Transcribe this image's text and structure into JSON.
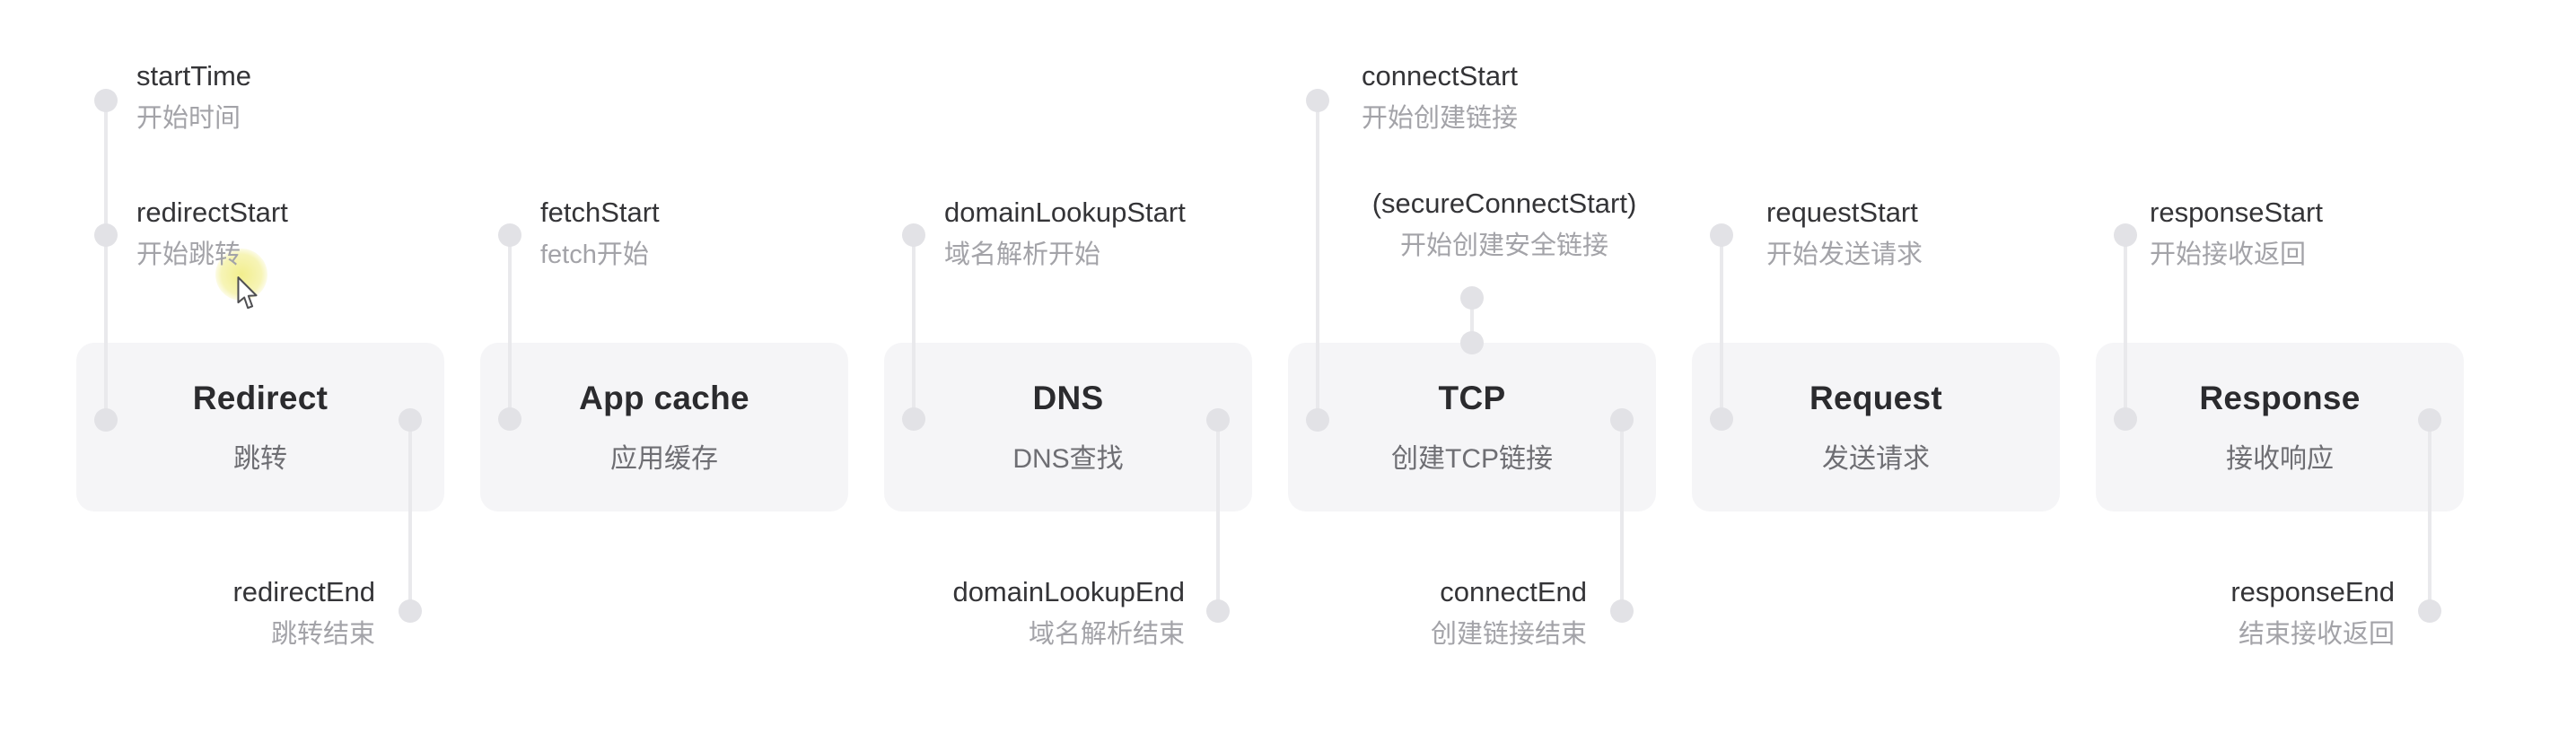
{
  "diagram": {
    "title_implied": "Navigation Timing phases",
    "colors": {
      "background": "#ffffff",
      "box_bg": "#f5f5f7",
      "box_title": "#2b2b2e",
      "box_subtitle": "#6e6e73",
      "marker_en": "#343437",
      "marker_zh": "#a3a3a8",
      "connector": "#e9e9ec",
      "dot": "#e2e2e6",
      "cursor_highlight": "#f1ed87"
    },
    "phases": [
      {
        "id": "redirect",
        "title": "Redirect",
        "subtitle": "跳转"
      },
      {
        "id": "app-cache",
        "title": "App cache",
        "subtitle": "应用缓存"
      },
      {
        "id": "dns",
        "title": "DNS",
        "subtitle": "DNS查找"
      },
      {
        "id": "tcp",
        "title": "TCP",
        "subtitle": "创建TCP链接"
      },
      {
        "id": "request",
        "title": "Request",
        "subtitle": "发送请求"
      },
      {
        "id": "response",
        "title": "Response",
        "subtitle": "接收响应"
      }
    ],
    "markers": {
      "start_time": {
        "name": "startTime",
        "zh": "开始时间"
      },
      "redirect_start": {
        "name": "redirectStart",
        "zh": "开始跳转"
      },
      "fetch_start": {
        "name": "fetchStart",
        "zh": "fetch开始"
      },
      "domain_lookup_start": {
        "name": "domainLookupStart",
        "zh": "域名解析开始"
      },
      "connect_start": {
        "name": "connectStart",
        "zh": "开始创建链接"
      },
      "secure_connect_start": {
        "name": "(secureConnectStart)",
        "zh": "开始创建安全链接"
      },
      "request_start": {
        "name": "requestStart",
        "zh": "开始发送请求"
      },
      "response_start": {
        "name": "responseStart",
        "zh": "开始接收返回"
      },
      "redirect_end": {
        "name": "redirectEnd",
        "zh": "跳转结束"
      },
      "domain_lookup_end": {
        "name": "domainLookupEnd",
        "zh": "域名解析结束"
      },
      "connect_end": {
        "name": "connectEnd",
        "zh": "创建链接结束"
      },
      "response_end": {
        "name": "responseEnd",
        "zh": "结束接收返回"
      }
    }
  }
}
